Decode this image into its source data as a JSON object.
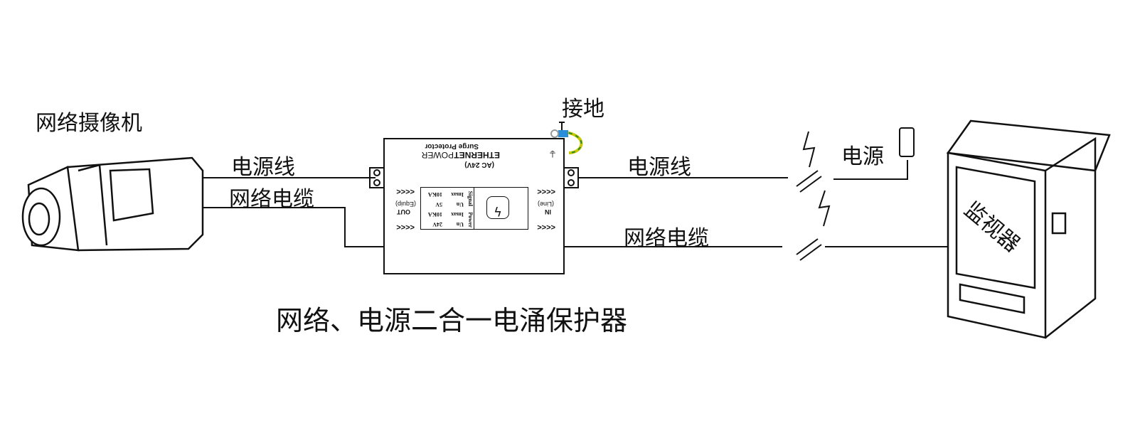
{
  "labels": {
    "camera": "网络摄像机",
    "power_line_left": "电源线",
    "network_cable_left": "网络电缆",
    "ground": "接地",
    "power_line_right": "电源线",
    "network_cable_right": "网络电缆",
    "power_source": "电源",
    "monitor": "监视器",
    "caption": "网络、电源二合一电涌保护器"
  },
  "device": {
    "title": "Surge Protector",
    "brand_left": "ETHERNET",
    "brand_right": "POWER",
    "rating": "(AC 24V)",
    "out_label": "OUT",
    "out_sub": "(Equip)",
    "in_label": "IN",
    "in_sub": "(Line)",
    "arrows": "<<<<",
    "table": {
      "signal": "Signal",
      "power": "Power",
      "rows": [
        {
          "k": "Imax",
          "v": "10KA"
        },
        {
          "k": "Un",
          "v": "5V"
        },
        {
          "k": "Imax",
          "v": "10KA"
        },
        {
          "k": "Un",
          "v": "24V"
        }
      ]
    }
  }
}
